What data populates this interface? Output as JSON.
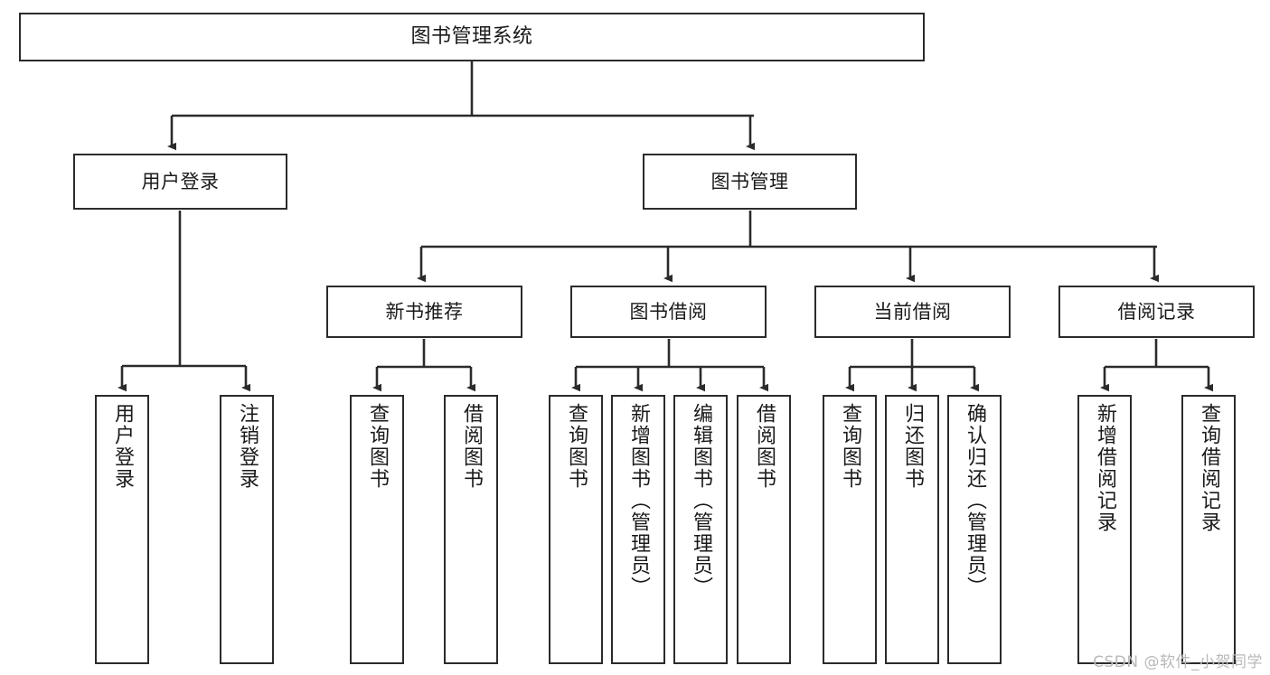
{
  "diagram": {
    "title": "图书管理系统",
    "watermark": "CSDN @软件_小贺同学",
    "background_color": "#ffffff",
    "line_color": "#2b2b2b",
    "text_color": "#1a1a1a",
    "nodes": {
      "root": {
        "label": "图书管理系统"
      },
      "level2": [
        {
          "id": "user-login",
          "label": "用户登录"
        },
        {
          "id": "book-manage",
          "label": "图书管理"
        }
      ],
      "level3": [
        {
          "id": "new-book-recommend",
          "label": "新书推荐"
        },
        {
          "id": "book-borrow",
          "label": "图书借阅"
        },
        {
          "id": "current-borrow",
          "label": "当前借阅"
        },
        {
          "id": "borrow-record",
          "label": "借阅记录"
        }
      ],
      "leaves": {
        "user_login": [
          {
            "id": "leaf-user-login",
            "label": "用户登录"
          },
          {
            "id": "leaf-logout-login",
            "label": "注销登录"
          }
        ],
        "new_book_recommend": [
          {
            "id": "leaf-query-book-1",
            "label": "查询图书"
          },
          {
            "id": "leaf-borrow-book-1",
            "label": "借阅图书"
          }
        ],
        "book_borrow": [
          {
            "id": "leaf-query-book-2",
            "label": "查询图书"
          },
          {
            "id": "leaf-add-book",
            "label": "新增图书（管理员）"
          },
          {
            "id": "leaf-edit-book",
            "label": "编辑图书（管理员）"
          },
          {
            "id": "leaf-borrow-book-2",
            "label": "借阅图书"
          }
        ],
        "current_borrow": [
          {
            "id": "leaf-query-book-3",
            "label": "查询图书"
          },
          {
            "id": "leaf-return-book",
            "label": "归还图书"
          },
          {
            "id": "leaf-confirm-return",
            "label": "确认归还（管理员）"
          }
        ],
        "borrow_record": [
          {
            "id": "leaf-add-record",
            "label": "新增借阅记录"
          },
          {
            "id": "leaf-query-record",
            "label": "查询借阅记录"
          }
        ]
      }
    }
  }
}
